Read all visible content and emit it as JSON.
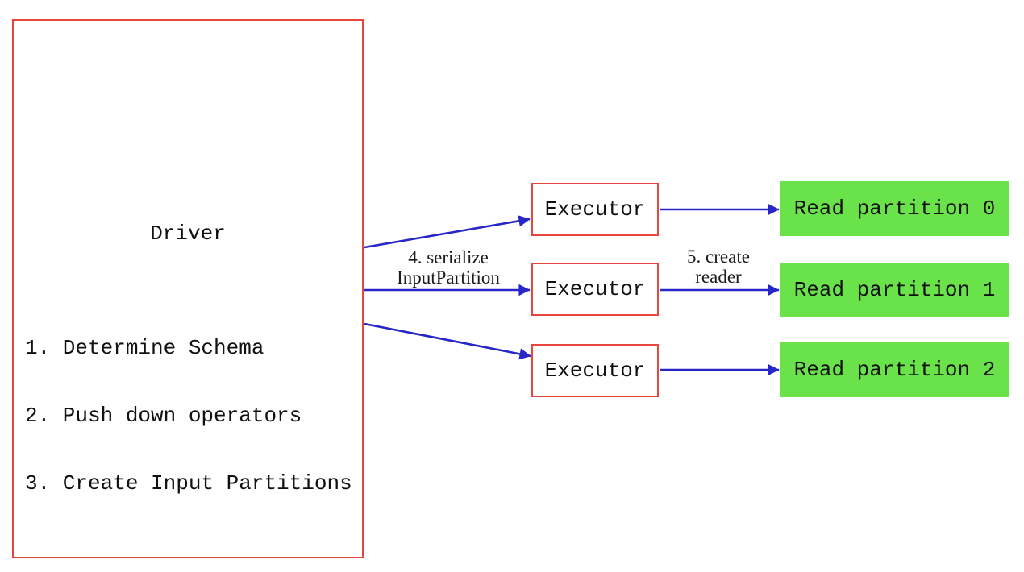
{
  "diagram": {
    "driver": {
      "title": "Driver",
      "steps": {
        "0": "1. Determine Schema",
        "1": "2. Push down operators",
        "2": "3. Create Input Partitions"
      }
    },
    "executors": {
      "0": {
        "label": "Executor"
      },
      "1": {
        "label": "Executor"
      },
      "2": {
        "label": "Executor"
      }
    },
    "partitions": {
      "0": {
        "label": "Read partition 0"
      },
      "1": {
        "label": "Read partition 1"
      },
      "2": {
        "label": "Read partition 2"
      }
    },
    "edge_labels": {
      "serialize": {
        "line1": "4. serialize",
        "line2": "InputPartition"
      },
      "create_reader": {
        "line1": "5. create",
        "line2": "reader"
      }
    },
    "colors": {
      "box_border_red": "#e8463c",
      "arrow_blue": "#2626c9",
      "partition_green": "#6ae24a",
      "text_black": "#111111"
    }
  }
}
